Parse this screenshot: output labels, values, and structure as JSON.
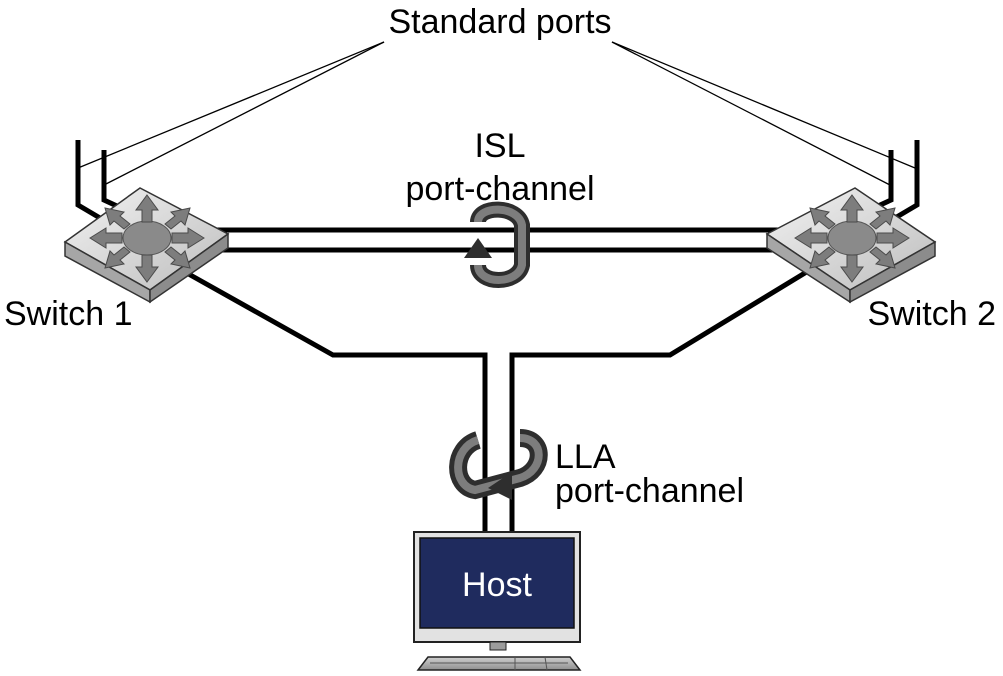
{
  "labels": {
    "standard_ports": "Standard ports",
    "isl_line1": "ISL",
    "isl_line2": "port-channel",
    "lla_line1": "LLA",
    "lla_line2": "port-channel",
    "switch1": "Switch 1",
    "switch2": "Switch 2",
    "host": "Host"
  },
  "colors": {
    "line": "#000000",
    "switch_top": "#d9d9d9",
    "switch_side": "#a8a8a8",
    "arrow": "#808080",
    "host_screen": "#1f2b5e",
    "monitor_frame": "#e0e0e0",
    "rotation_arrow": "#3a3a3a"
  },
  "icons": {
    "switch": "network-switch-icon",
    "host": "computer-monitor-icon",
    "rotation": "circular-arrow-icon"
  }
}
